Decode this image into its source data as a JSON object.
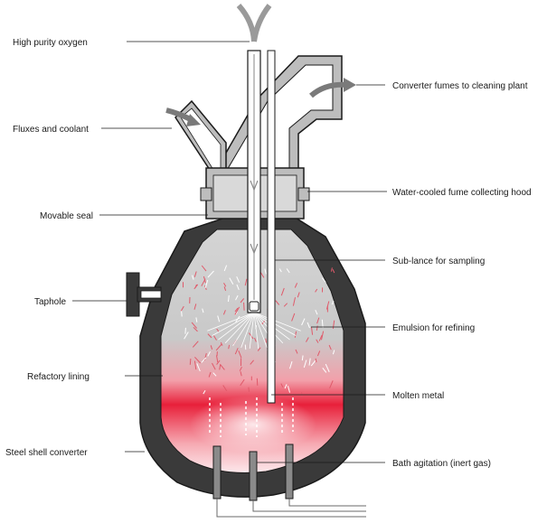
{
  "labels": {
    "oxygen": "High purity oxygen",
    "fluxes": "Fluxes and coolant",
    "seal": "Movable seal",
    "taphole": "Taphole",
    "lining": "Refactory lining",
    "shell": "Steel shell converter",
    "fumes": "Converter fumes to cleaning plant",
    "hood": "Water-cooled fume collecting hood",
    "sublance": "Sub-lance for sampling",
    "emulsion": "Emulsion for refining",
    "molten": "Molten metal",
    "agitation": "Bath agitation (inert gas)"
  },
  "colors": {
    "shell": "#3a3a3a",
    "lining_gray": "#cfcfcf",
    "molten": "#e8203a",
    "emulsion_spark": "#e05a6a",
    "outline": "#1a1a1a"
  }
}
